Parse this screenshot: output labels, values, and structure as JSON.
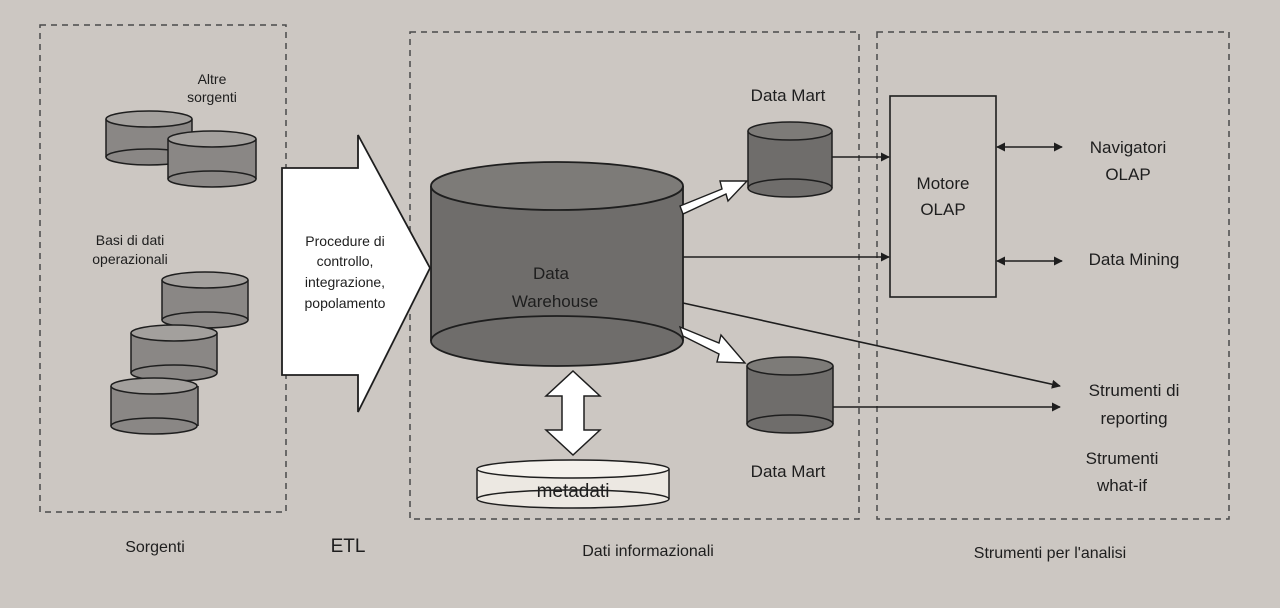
{
  "sections": {
    "sorgenti": "Sorgenti",
    "etl": "ETL",
    "dati_informazionali": "Dati informazionali",
    "strumenti_analisi": "Strumenti per l'analisi"
  },
  "sources": {
    "altre_line1": "Altre",
    "altre_line2": "sorgenti",
    "basi_line1": "Basi di dati",
    "basi_line2": "operazionali"
  },
  "etl_arrow": {
    "line1": "Procedure di",
    "line2": "controllo,",
    "line3": "integrazione,",
    "line4": "popolamento"
  },
  "warehouse": {
    "line1": "Data",
    "line2": "Warehouse"
  },
  "metadata_label": "metadati",
  "data_mart_top": "Data Mart",
  "data_mart_bottom": "Data Mart",
  "olap_engine": {
    "line1": "Motore",
    "line2": "OLAP"
  },
  "tools": {
    "navigatori_line1": "Navigatori",
    "navigatori_line2": "OLAP",
    "data_mining": "Data Mining",
    "reporting_line1": "Strumenti di",
    "reporting_line2": "reporting",
    "whatif_line1": "Strumenti",
    "whatif_line2": "what-if"
  },
  "colors": {
    "background": "#ccc7c2",
    "cylinder_fill": "#8a8785",
    "warehouse_fill": "#6f6d6b",
    "line": "#1e1e1e",
    "metadata_fill": "#ece8e2"
  }
}
